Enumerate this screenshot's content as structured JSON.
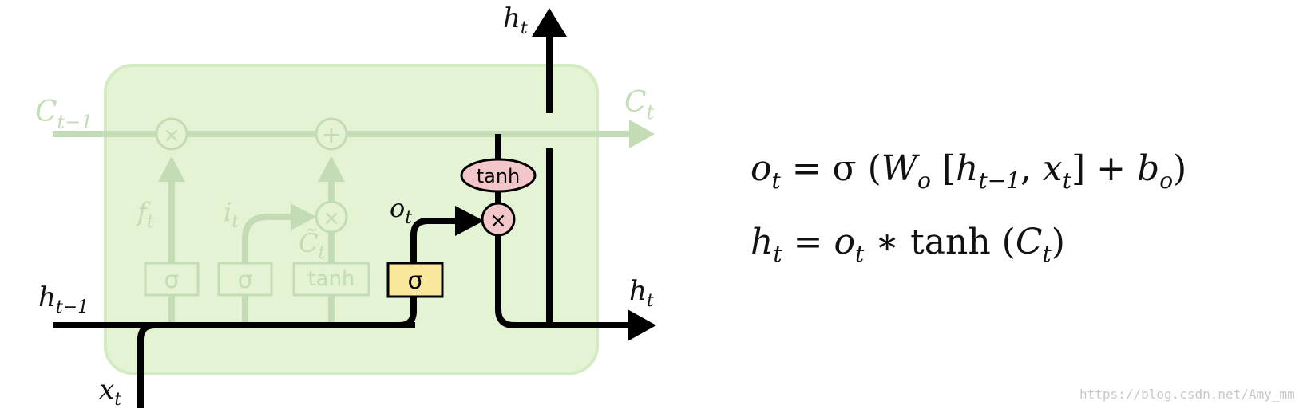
{
  "diagram": {
    "labels": {
      "c_prev": "C",
      "c_prev_sub": "t−1",
      "c_next": "C",
      "c_next_sub": "t",
      "h_top": "h",
      "h_top_sub": "t",
      "h_right": "h",
      "h_right_sub": "t",
      "h_prev": "h",
      "h_prev_sub": "t−1",
      "x_in": "x",
      "x_in_sub": "t",
      "o_gate": "o",
      "o_gate_sub": "t",
      "f_gate": "f",
      "f_gate_sub": "t",
      "i_gate": "i",
      "i_gate_sub": "t",
      "c_tilde": "C̃",
      "c_tilde_sub": "t"
    },
    "ops": {
      "multiply": "×",
      "add": "+",
      "sigma": "σ",
      "tanh": "tanh"
    },
    "colors": {
      "cell_bg": "#e3f3d3",
      "cell_border": "#d3ebc2",
      "faded": "#c4dcb6",
      "active_line": "#000000",
      "sigma_box": "#f9e89b",
      "pointwise": "#f3c6ca"
    }
  },
  "equations": {
    "line1": {
      "lhs": "o",
      "lhs_sub": "t",
      "rhs_prefix": " = σ (",
      "w": "W",
      "w_sub": "o",
      "bracket_open": "  [",
      "h": "h",
      "h_sub": "t−1",
      "comma": ", ",
      "x": "x",
      "x_sub": "t",
      "bracket_close": "]  +  ",
      "b": "b",
      "b_sub": "o",
      "close": ")"
    },
    "line2": {
      "lhs": "h",
      "lhs_sub": "t",
      "eq": " = ",
      "o": "o",
      "o_sub": "t",
      "op": " ∗ tanh (",
      "c": "C",
      "c_sub": "t",
      "close": ")"
    }
  },
  "watermark": "https://blog.csdn.net/Amy_mm"
}
